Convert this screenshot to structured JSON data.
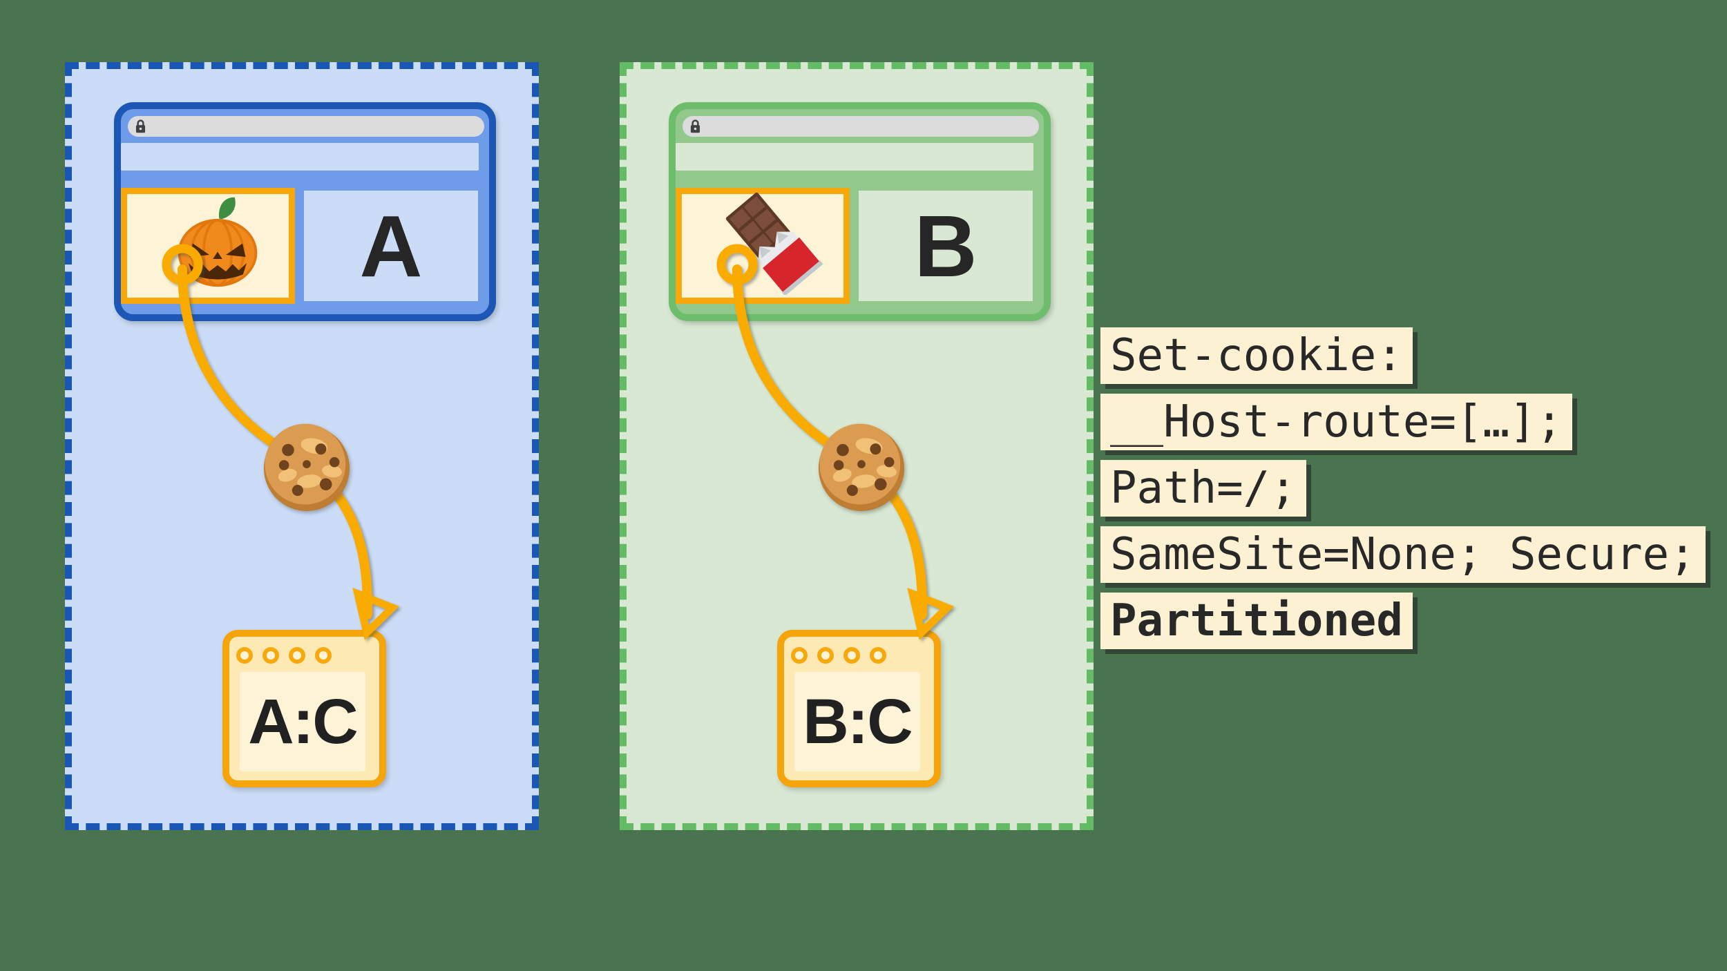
{
  "background_color": "#4a7350",
  "accent_colors": {
    "orange": "#f9ab00",
    "cream": "#fdf3d7",
    "amber": "#fce9b4",
    "url_bar_gray": "#dcdcdc",
    "dark_text": "#282828"
  },
  "panels": [
    {
      "name": "partition-site-a",
      "site_label": "A",
      "storage_label": "A:C",
      "iframe_icon": "jack-o-lantern-icon",
      "cookie_icon": "cookie-icon",
      "colors": {
        "dash": "#1a56b4",
        "fill": "#cbdcf7",
        "window_border": "#1c57b5",
        "window_header": "#6f9ce9"
      }
    },
    {
      "name": "partition-site-b",
      "site_label": "B",
      "storage_label": "B:C",
      "iframe_icon": "chocolate-bar-icon",
      "cookie_icon": "cookie-icon",
      "colors": {
        "dash": "#63bb66",
        "fill": "#d9e8d3",
        "window_border": "#6ebd6d",
        "window_header": "#93c88d"
      }
    }
  ],
  "code_block": {
    "highlight_color": "#fcf1d3",
    "text_color": "#282828",
    "lines": [
      {
        "text": "Set-cookie:",
        "bold": false
      },
      {
        "text": "__Host-route=[…];",
        "bold": false
      },
      {
        "text": "Path=/;",
        "bold": false
      },
      {
        "text": "SameSite=None; Secure;",
        "bold": false
      },
      {
        "text": "Partitioned",
        "bold": true
      }
    ]
  }
}
